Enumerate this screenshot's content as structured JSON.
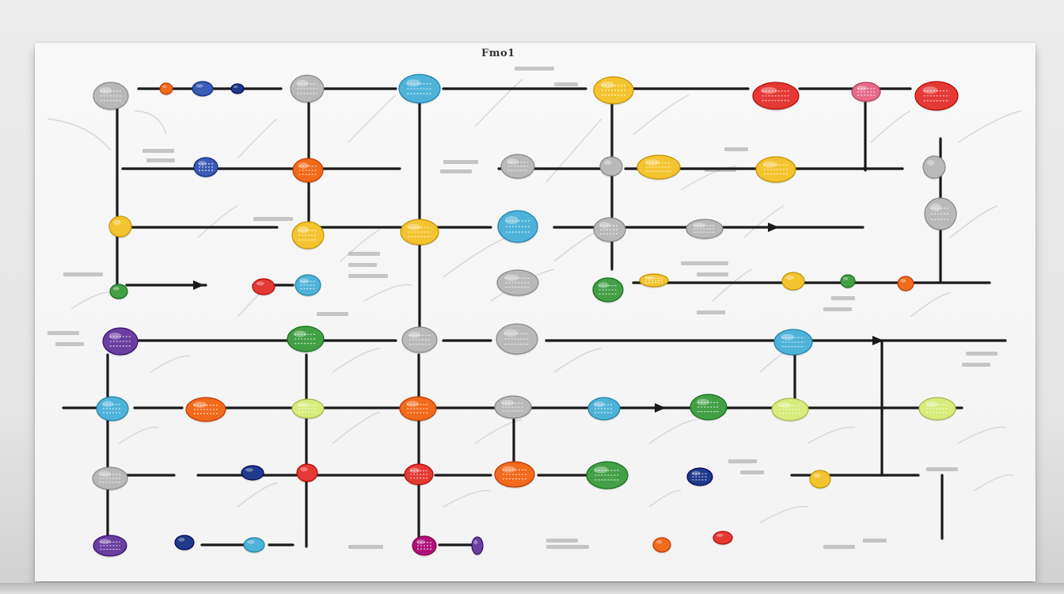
{
  "board": {
    "title": "Fmo1"
  },
  "colors": {
    "line": "#1a1a1a",
    "red": "#e53935",
    "orange": "#f26a1b",
    "yellow": "#f4c430",
    "green": "#43a047",
    "teal": "#4fb3d9",
    "blue": "#3b5bb5",
    "navy": "#1f3a8a",
    "purple": "#6a3fa0",
    "gray": "#b9b9b9",
    "lime": "#d7ec7a",
    "pink": "#e86a8a",
    "magenta": "#b0127a"
  },
  "nodes": [
    {
      "name": "node-red-left-top",
      "color": "gray"
    },
    {
      "name": "node-orange-small",
      "color": "orange"
    },
    {
      "name": "node-blue-small",
      "color": "blue"
    },
    {
      "name": "node-navy-dot",
      "color": "navy"
    },
    {
      "name": "node-gray-top",
      "color": "gray"
    },
    {
      "name": "node-teal-top",
      "color": "teal"
    },
    {
      "name": "node-yellow-top",
      "color": "yellow"
    },
    {
      "name": "node-pink-top",
      "color": "red"
    },
    {
      "name": "node-pink-tag",
      "color": "pink"
    },
    {
      "name": "node-red-top-right",
      "color": "red"
    },
    {
      "name": "node-blue-row2",
      "color": "blue"
    },
    {
      "name": "node-orange-row2",
      "color": "orange"
    },
    {
      "name": "node-gray-row2",
      "color": "gray"
    },
    {
      "name": "node-gray-ring-row2",
      "color": "gray"
    },
    {
      "name": "node-yellow-row2a",
      "color": "yellow"
    },
    {
      "name": "node-yellow-row2b",
      "color": "yellow"
    },
    {
      "name": "node-gray-row2-right",
      "color": "gray"
    },
    {
      "name": "node-yellow-row3",
      "color": "yellow"
    },
    {
      "name": "node-yellow-ring-row3",
      "color": "yellow"
    },
    {
      "name": "node-yellow-row3b",
      "color": "yellow"
    },
    {
      "name": "node-teal-row3",
      "color": "teal"
    },
    {
      "name": "node-white-row3",
      "color": "gray"
    },
    {
      "name": "node-gray-row3-right",
      "color": "gray"
    },
    {
      "name": "node-gray-circle-row3",
      "color": "gray"
    },
    {
      "name": "node-green-row4",
      "color": "green"
    },
    {
      "name": "node-red-row4",
      "color": "red"
    },
    {
      "name": "node-teal-row4",
      "color": "teal"
    },
    {
      "name": "node-gray-row4",
      "color": "gray"
    },
    {
      "name": "node-green-row4b",
      "color": "green"
    },
    {
      "name": "node-yellow-row4",
      "color": "yellow"
    },
    {
      "name": "node-yellow-row4b",
      "color": "yellow"
    },
    {
      "name": "node-green-row4c",
      "color": "green"
    },
    {
      "name": "node-orange-row4",
      "color": "orange"
    },
    {
      "name": "node-purple-row5",
      "color": "purple"
    },
    {
      "name": "node-green-row5",
      "color": "green"
    },
    {
      "name": "node-gray-row5",
      "color": "gray"
    },
    {
      "name": "node-dark-row5",
      "color": "gray"
    },
    {
      "name": "node-blue-row5",
      "color": "teal"
    },
    {
      "name": "node-teal-row6",
      "color": "teal"
    },
    {
      "name": "node-orange-row6",
      "color": "orange"
    },
    {
      "name": "node-lime-row6",
      "color": "lime"
    },
    {
      "name": "node-orange-row6b",
      "color": "orange"
    },
    {
      "name": "node-gray-row6",
      "color": "gray"
    },
    {
      "name": "node-teal-row6b",
      "color": "teal"
    },
    {
      "name": "node-green-row6",
      "color": "green"
    },
    {
      "name": "node-lime-row6b",
      "color": "lime"
    },
    {
      "name": "node-lime-row6c",
      "color": "lime"
    },
    {
      "name": "node-gray-row7",
      "color": "gray"
    },
    {
      "name": "node-navy-row7",
      "color": "navy"
    },
    {
      "name": "node-red-row7",
      "color": "red"
    },
    {
      "name": "node-red-row7b",
      "color": "red"
    },
    {
      "name": "node-orange-row7",
      "color": "orange"
    },
    {
      "name": "node-green-row7",
      "color": "green"
    },
    {
      "name": "node-dark-row7",
      "color": "navy"
    },
    {
      "name": "node-yellow-row7",
      "color": "yellow"
    },
    {
      "name": "node-purple-row8",
      "color": "purple"
    },
    {
      "name": "node-navy-row8",
      "color": "navy"
    },
    {
      "name": "node-teal-row8",
      "color": "teal"
    },
    {
      "name": "node-magenta-row8",
      "color": "magenta"
    },
    {
      "name": "node-purple-row8b",
      "color": "purple"
    },
    {
      "name": "node-orange-row8",
      "color": "orange"
    },
    {
      "name": "node-red-row8",
      "color": "red"
    }
  ]
}
